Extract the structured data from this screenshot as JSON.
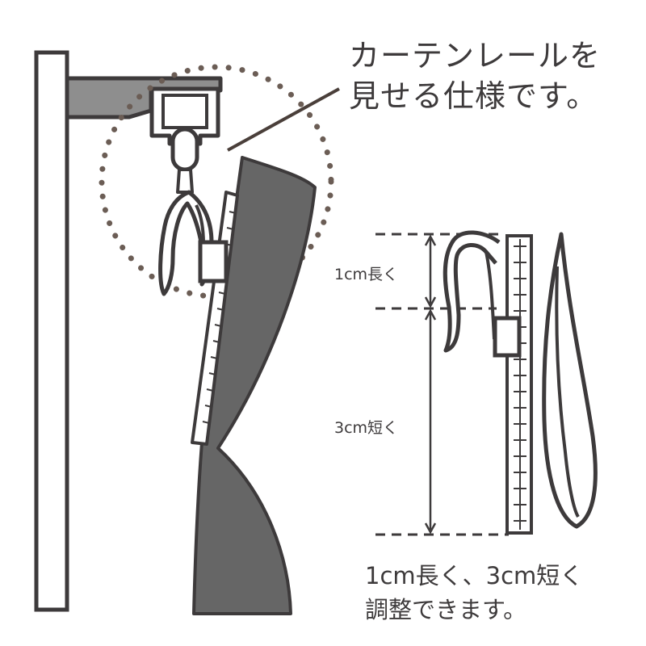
{
  "callout": {
    "line1": "カーテンレールを",
    "line2": "見せる仕様です。"
  },
  "dimensions": {
    "upper_label": "1cm長く",
    "lower_label": "3cm短く"
  },
  "caption": {
    "line1": "1cm長く、3cm短く",
    "line2": "調整できます。"
  },
  "colors": {
    "outline": "#3d3a3b",
    "wall_fill": "#8e8e8e",
    "curtain_fill": "#666666",
    "dots": "#6b5d55",
    "leader": "#4a3f3a"
  }
}
